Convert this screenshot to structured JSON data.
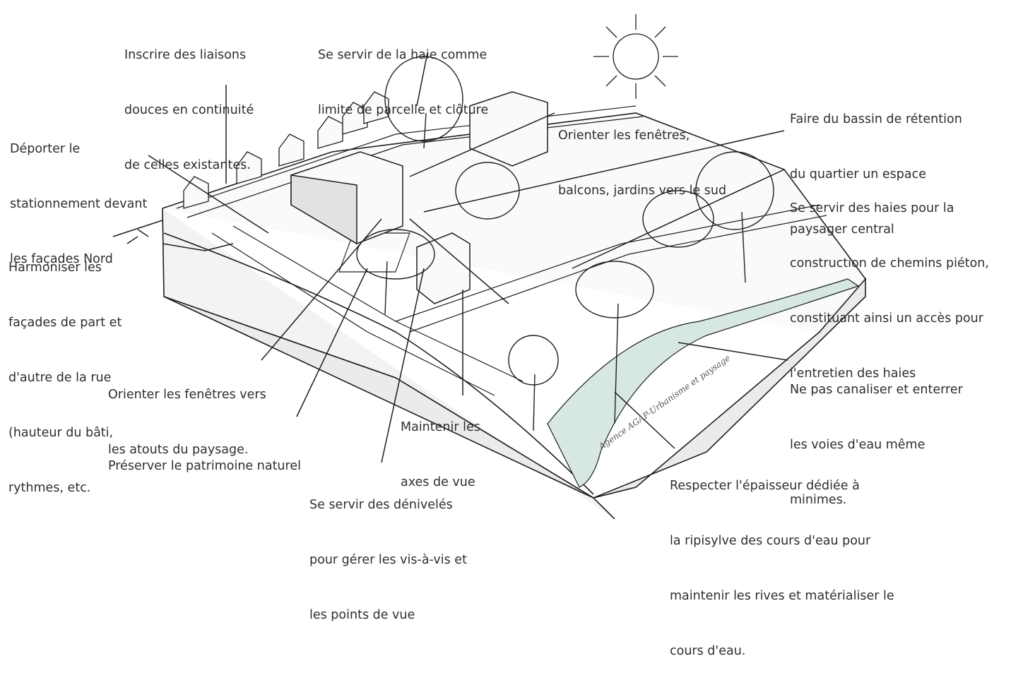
{
  "annotations": [
    {
      "id": "liaisons",
      "lines": [
        "Inscrire des liaisons",
        "douces en continuité",
        "de celles existantes."
      ]
    },
    {
      "id": "haie-limite",
      "lines": [
        "Se servir de la haie comme",
        "limite de parcelle et clôture"
      ]
    },
    {
      "id": "stationnement",
      "lines": [
        "Déporter le",
        "stationnement devant",
        "les façades Nord"
      ]
    },
    {
      "id": "fenetres-sud",
      "lines": [
        "Orienter les fenêtres,",
        "balcons, jardins vers le sud"
      ]
    },
    {
      "id": "bassin",
      "lines": [
        "Faire du bassin de rétention",
        "du quartier un espace",
        "paysager central"
      ]
    },
    {
      "id": "haies-chemins",
      "lines": [
        "Se servir des haies pour la",
        "construction de chemins piéton,",
        "constituant ainsi un accès pour",
        "l'entretien des haies"
      ]
    },
    {
      "id": "facades",
      "lines": [
        "Harmoniser les",
        "façades de part et",
        "d'autre de la rue",
        "(hauteur du bâti,",
        "rythmes, etc."
      ]
    },
    {
      "id": "fenetres-atouts",
      "lines": [
        "Orienter les fenêtres vers",
        "les atouts du paysage."
      ]
    },
    {
      "id": "axes-vue",
      "lines": [
        "Maintenir les",
        "axes de vue"
      ]
    },
    {
      "id": "patrimoine",
      "lines": [
        "Préserver le patrimoine naturel"
      ]
    },
    {
      "id": "denivele",
      "lines": [
        "Se servir des dénivelés",
        "pour gérer les vis-à-vis et",
        "les points de vue"
      ]
    },
    {
      "id": "canaliser",
      "lines": [
        "Ne pas canaliser et enterrer",
        "les voies d'eau même",
        "minimes."
      ]
    },
    {
      "id": "ripisylve",
      "lines": [
        "Respecter l'épaisseur dédiée à",
        "la ripisylve des cours d'eau pour",
        "maintenir les rives et matérialiser le",
        "cours d'eau."
      ]
    }
  ],
  "watermark": "Agence AGAP-Urbanisme et paysage",
  "colors": {
    "ink": "#1e1e1e",
    "text": "#2e2e2e",
    "water": "#d6e7e4",
    "ground": "#ececec"
  }
}
